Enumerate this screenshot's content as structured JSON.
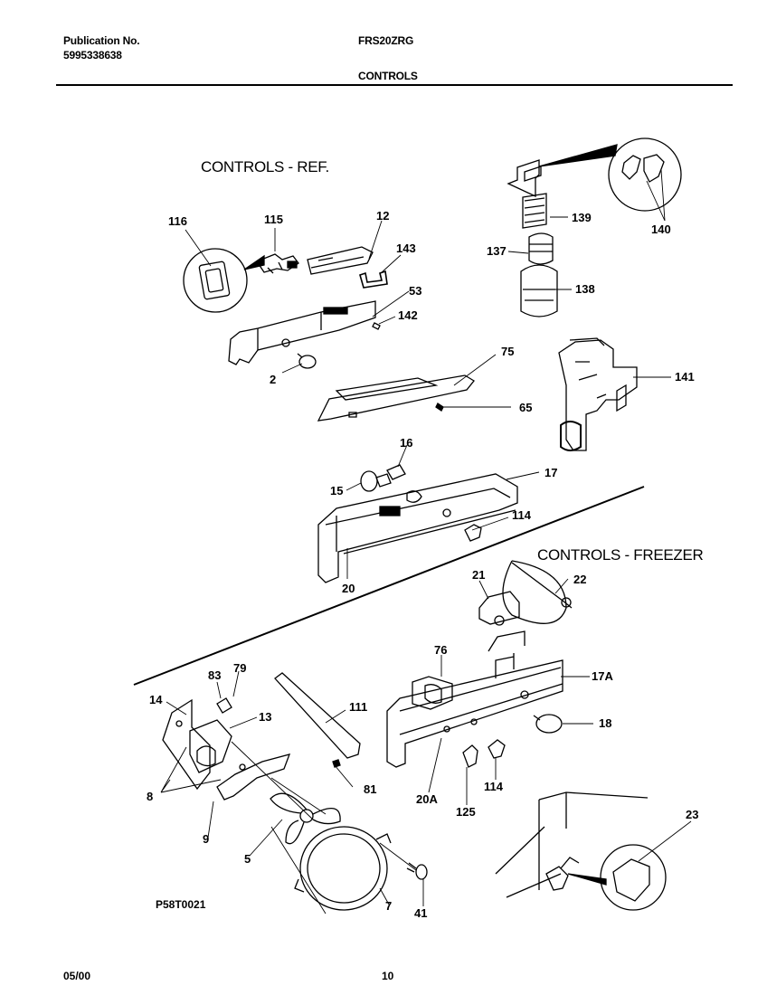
{
  "header": {
    "publication_label": "Publication No.",
    "publication_number": "5995338638",
    "model": "FRS20ZRG",
    "title": "CONTROLS"
  },
  "sections": {
    "ref": "CONTROLS - REF.",
    "freezer": "CONTROLS - FREEZER"
  },
  "callouts": {
    "c116": "116",
    "c115": "115",
    "c12": "12",
    "c143": "143",
    "c53": "53",
    "c142": "142",
    "c2": "2",
    "c75": "75",
    "c65": "65",
    "c16": "16",
    "c15": "15",
    "c17": "17",
    "c114a": "114",
    "c20": "20",
    "c139": "139",
    "c140": "140",
    "c137": "137",
    "c138": "138",
    "c141": "141",
    "c21": "21",
    "c22": "22",
    "c76": "76",
    "c17a": "17A",
    "c18": "18",
    "c83": "83",
    "c79": "79",
    "c14": "14",
    "c13": "13",
    "c111": "111",
    "c8": "8",
    "c81": "81",
    "c20a": "20A",
    "c125": "125",
    "c114b": "114",
    "c9": "9",
    "c5": "5",
    "c23": "23",
    "c7": "7",
    "c41": "41"
  },
  "diagram_code": "P58T0021",
  "footer": {
    "date": "05/00",
    "page": "10"
  }
}
